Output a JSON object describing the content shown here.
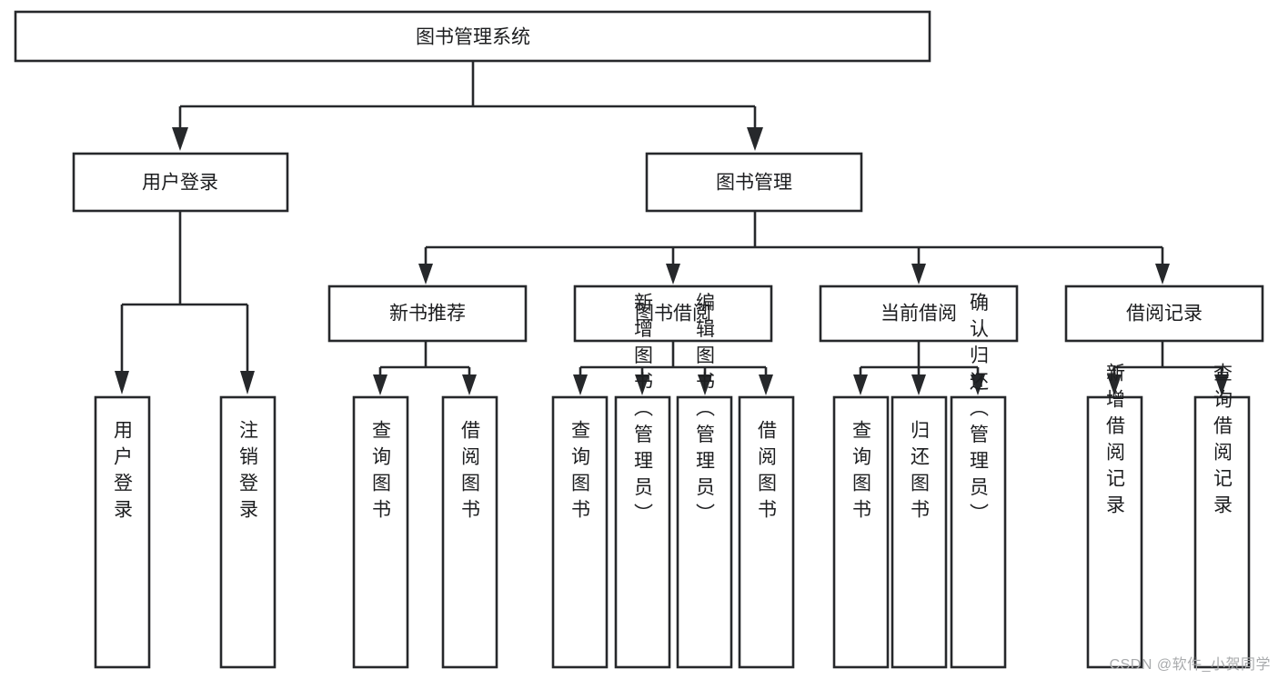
{
  "diagram": {
    "title": "图书管理系统",
    "type": "tree",
    "orientation": "top-down",
    "watermark": "CSDN @软件_小贺同学",
    "colors": {
      "stroke": "#26282b",
      "fill": "#ffffff",
      "text": "#1c1d1f",
      "watermark": "#a9abad"
    },
    "nodes": {
      "root": {
        "label": "图书管理系统",
        "level": 1,
        "orientation": "horizontal"
      },
      "l2_0": {
        "label": "用户登录",
        "level": 2,
        "orientation": "horizontal"
      },
      "l2_1": {
        "label": "图书管理",
        "level": 2,
        "orientation": "horizontal"
      },
      "l3_0": {
        "label": "新书推荐",
        "level": 3,
        "orientation": "horizontal"
      },
      "l3_1": {
        "label": "图书借阅",
        "level": 3,
        "orientation": "horizontal"
      },
      "l3_2": {
        "label": "当前借阅",
        "level": 3,
        "orientation": "horizontal"
      },
      "l3_3": {
        "label": "借阅记录",
        "level": 3,
        "orientation": "horizontal"
      },
      "l4_0": {
        "label": "用户登录",
        "level": 4,
        "orientation": "vertical",
        "parent": "l2_0"
      },
      "l4_1": {
        "label": "注销登录",
        "level": 4,
        "orientation": "vertical",
        "parent": "l2_0"
      },
      "l4_2": {
        "label": "查询图书",
        "level": 4,
        "orientation": "vertical",
        "parent": "l3_0"
      },
      "l4_3": {
        "label": "借阅图书",
        "level": 4,
        "orientation": "vertical",
        "parent": "l3_0"
      },
      "l4_4": {
        "label": "查询图书",
        "level": 4,
        "orientation": "vertical",
        "parent": "l3_1"
      },
      "l4_5": {
        "label": "新增图书（管理员）",
        "level": 4,
        "orientation": "vertical",
        "parent": "l3_1"
      },
      "l4_6": {
        "label": "编辑图书（管理员）",
        "level": 4,
        "orientation": "vertical",
        "parent": "l3_1"
      },
      "l4_7": {
        "label": "借阅图书",
        "level": 4,
        "orientation": "vertical",
        "parent": "l3_1"
      },
      "l4_8": {
        "label": "查询图书",
        "level": 4,
        "orientation": "vertical",
        "parent": "l3_2"
      },
      "l4_9": {
        "label": "归还图书",
        "level": 4,
        "orientation": "vertical",
        "parent": "l3_2"
      },
      "l4_10": {
        "label": "确认归还（管理员）",
        "level": 4,
        "orientation": "vertical",
        "parent": "l3_2"
      },
      "l4_11": {
        "label": "新增借阅记录",
        "level": 4,
        "orientation": "vertical",
        "parent": "l3_3"
      },
      "l4_12": {
        "label": "查询借阅记录",
        "level": 4,
        "orientation": "vertical",
        "parent": "l3_3"
      }
    }
  }
}
